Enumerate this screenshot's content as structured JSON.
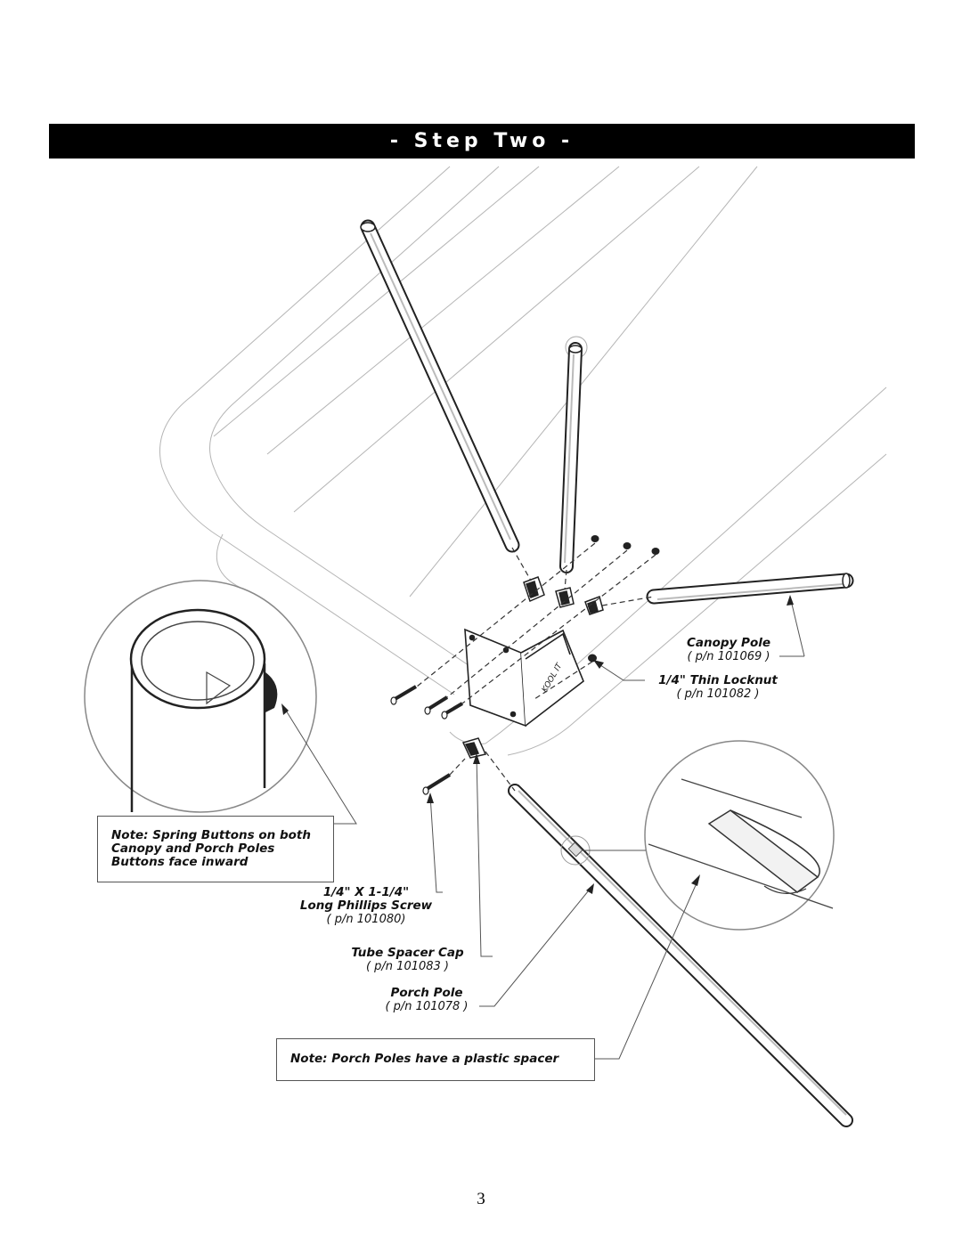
{
  "header": {
    "title": "- Step Two -"
  },
  "notes": {
    "spring_buttons": [
      "Note: Spring Buttons on both",
      "Canopy and Porch Poles",
      "Buttons face inward"
    ],
    "porch_spacer": "Note: Porch Poles have a plastic spacer"
  },
  "parts": {
    "canopy_pole": {
      "name": "Canopy Pole",
      "pn": "( p/n 101069 )"
    },
    "thin_locknut": {
      "name": "1/4\" Thin Locknut",
      "pn": "( p/n 101082 )"
    },
    "phillips_screw": {
      "name_line1": "1/4\" X 1-1/4\"",
      "name_line2": "Long Phillips Screw",
      "pn": "( p/n 101080)"
    },
    "tube_spacer_cap": {
      "name": "Tube Spacer Cap",
      "pn": "( p/n 101083 )"
    },
    "porch_pole": {
      "name": "Porch Pole",
      "pn": "( p/n 101078 )"
    }
  },
  "bracket_mark": "KOOL IT",
  "page_number": "3"
}
